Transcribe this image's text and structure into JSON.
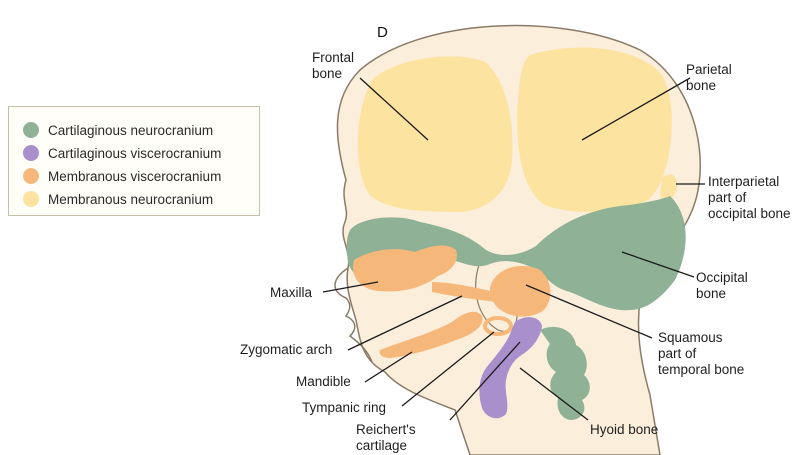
{
  "panel_letter": "D",
  "legend": {
    "items": [
      {
        "label": "Cartilaginous neurocranium",
        "color": "#8fb296"
      },
      {
        "label": "Cartilaginous viscerocranium",
        "color": "#a98fcc"
      },
      {
        "label": "Membranous viscerocranium",
        "color": "#f6b87a"
      },
      {
        "label": "Membranous neurocranium",
        "color": "#fde3a0"
      }
    ]
  },
  "labels": {
    "frontal_bone": [
      "Frontal",
      "bone"
    ],
    "parietal_bone": [
      "Parietal",
      "bone"
    ],
    "interparietal": [
      "Interparietal",
      "part of",
      "occipital bone"
    ],
    "occipital_bone": [
      "Occipital",
      "bone"
    ],
    "maxilla": [
      "Maxilla"
    ],
    "zygomatic_arch": [
      "Zygomatic arch"
    ],
    "mandible": [
      "Mandible"
    ],
    "tympanic_ring": [
      "Tympanic ring"
    ],
    "reicherts_cartilage": [
      "Reichert's",
      "cartilage"
    ],
    "squamous_temporal": [
      "Squamous",
      "part of",
      "temporal bone"
    ],
    "hyoid_bone": [
      "Hyoid bone"
    ]
  },
  "colors": {
    "skin": "#fbeedb",
    "outline": "#8a7b66",
    "leader": "#1a1a1a"
  }
}
